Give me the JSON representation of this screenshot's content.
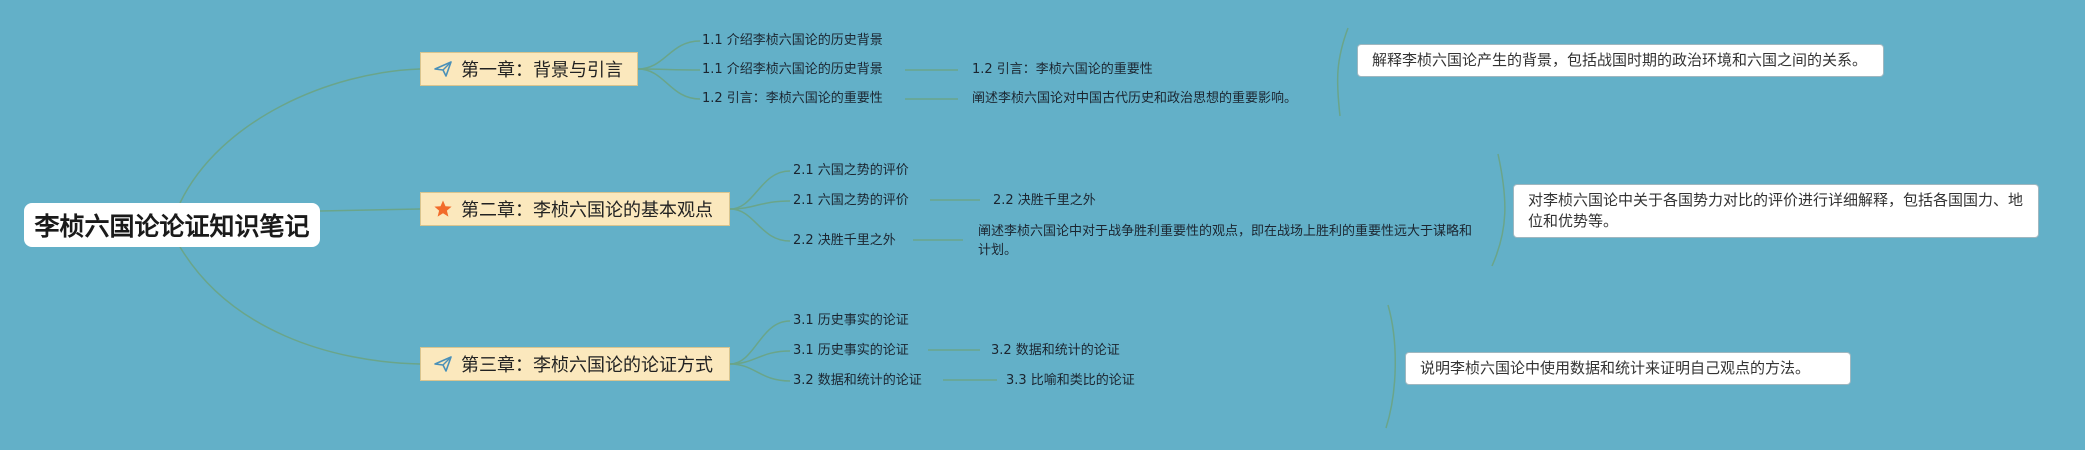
{
  "root": {
    "title": "李桢六国论论证知识笔记"
  },
  "chapters": [
    {
      "title": "第一章：背景与引言",
      "icon": "paper-plane-icon",
      "items": [
        {
          "text": "1.1 介绍李桢六国论的历史背景"
        },
        {
          "text": "1.1 介绍李桢六国论的历史背景",
          "next": "1.2 引言：李桢六国论的重要性"
        },
        {
          "text": "1.2 引言：李桢六国论的重要性",
          "next": "阐述李桢六国论对中国古代历史和政治思想的重要影响。"
        }
      ],
      "description": "解释李桢六国论产生的背景，包括战国时期的政治环境和六国之间的关系。"
    },
    {
      "title": "第二章：李桢六国论的基本观点",
      "icon": "star-icon",
      "items": [
        {
          "text": "2.1 六国之势的评价"
        },
        {
          "text": "2.1 六国之势的评价",
          "next": "2.2 决胜千里之外"
        },
        {
          "text": "2.2 决胜千里之外",
          "next": "阐述李桢六国论中对于战争胜利重要性的观点，即在战场上胜利的重要性远大于谋略和计划。"
        }
      ],
      "description": "对李桢六国论中关于各国势力对比的评价进行详细解释，包括各国国力、地位和优势等。"
    },
    {
      "title": "第三章：李桢六国论的论证方式",
      "icon": "paper-plane-icon",
      "items": [
        {
          "text": "3.1 历史事实的论证"
        },
        {
          "text": "3.1 历史事实的论证",
          "next": "3.2 数据和统计的论证"
        },
        {
          "text": "3.2 数据和统计的论证",
          "next": "3.3 比喻和类比的论证"
        }
      ],
      "description": "说明李桢六国论中使用数据和统计来证明自己观点的方法。"
    }
  ],
  "colors": {
    "background": "#63b0c8",
    "link": "#6aa58a",
    "chapter_fill": "#fbe8bd",
    "star": "#f26b2a",
    "plane": "#4a90b8"
  }
}
